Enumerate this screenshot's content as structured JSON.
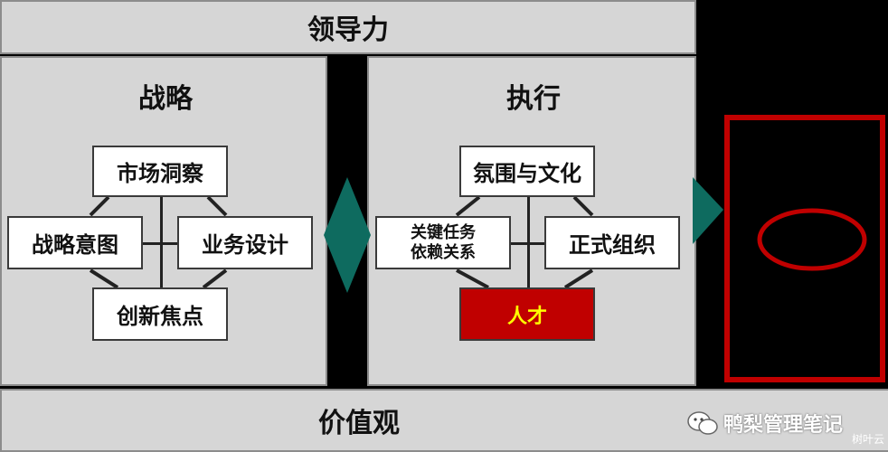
{
  "top_banner": {
    "label": "领导力"
  },
  "bottom_banner": {
    "label": "价值观"
  },
  "strategy": {
    "title": "战略",
    "top": "市场洞察",
    "left": "战略意图",
    "right": "业务设计",
    "bottom": "创新焦点"
  },
  "execution": {
    "title": "执行",
    "top": "氛围与文化",
    "left_line1": "关键任务",
    "left_line2": "依赖关系",
    "right": "正式组织",
    "bottom": "人才"
  },
  "watermark": {
    "text": "鸭梨管理笔记",
    "icon": "wechat-icon",
    "small_text": "树叶云"
  },
  "colors": {
    "panel": "#d6d6d6",
    "connector": "#0e6b5f",
    "highlight_red": "#c00000",
    "highlight_text": "#ffff00"
  }
}
